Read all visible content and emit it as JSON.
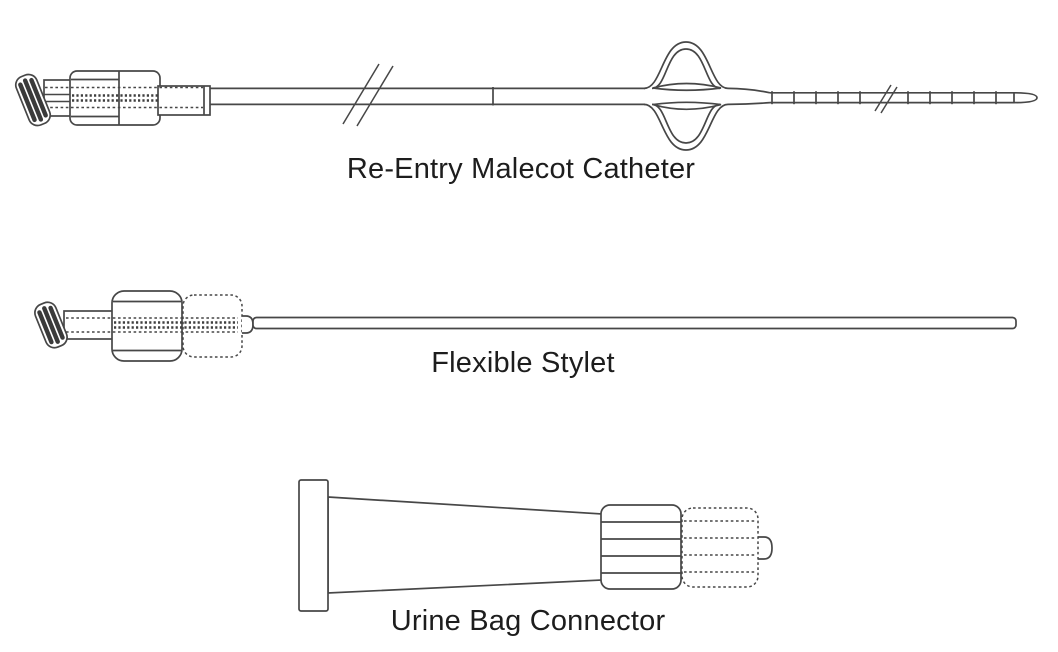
{
  "canvas": {
    "background_color": "#ffffff",
    "line_color": "#474747",
    "label_color": "#1d1d1d"
  },
  "figures": [
    {
      "name": "re_entry_malecot_catheter",
      "label": "Re-Entry Malecot Catheter"
    },
    {
      "name": "flexible_stylet",
      "label": "Flexible Stylet"
    },
    {
      "name": "urine_bag_connector",
      "label": "Urine Bag Connector"
    }
  ]
}
